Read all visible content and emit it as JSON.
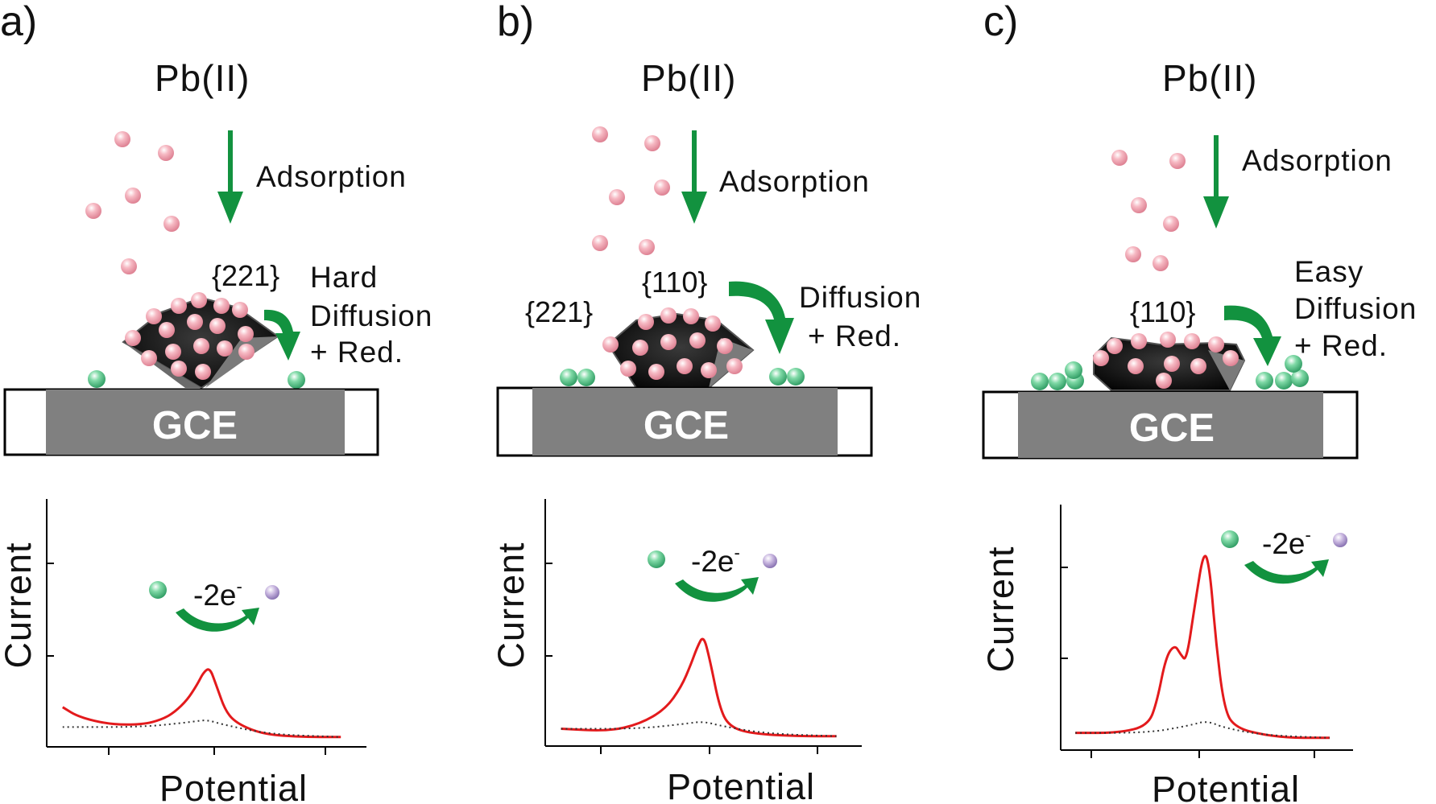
{
  "colors": {
    "ion": "#f2a6b2",
    "deposit": "#5fc88f",
    "product": "#b7a3d3",
    "arrow": "#12923f",
    "curve": "#e31a1c",
    "baseline": "#333333",
    "electrode": "#808080"
  },
  "panels": [
    {
      "letter": "a)",
      "species": "Pb(II)",
      "adsorption": "Adsorption",
      "facet_labels": [
        "{221}"
      ],
      "process": [
        "Hard",
        "Diffusion",
        "+ Red."
      ],
      "electrode": "GCE",
      "electron_transfer": "-2e",
      "electron_sup": "-",
      "xlabel": "Potential",
      "ylabel": "Current"
    },
    {
      "letter": "b)",
      "species": "Pb(II)",
      "adsorption": "Adsorption",
      "facet_labels": [
        "{221}",
        "{110}"
      ],
      "process": [
        "Diffusion",
        "+ Red."
      ],
      "electrode": "GCE",
      "electron_transfer": "-2e",
      "electron_sup": "-",
      "xlabel": "Potential",
      "ylabel": "Current"
    },
    {
      "letter": "c)",
      "species": "Pb(II)",
      "adsorption": "Adsorption",
      "facet_labels": [
        "{110}"
      ],
      "process": [
        "Easy",
        "Diffusion",
        "+ Red."
      ],
      "electrode": "GCE",
      "electron_transfer": "-2e",
      "electron_sup": "-",
      "xlabel": "Potential",
      "ylabel": "Current"
    }
  ],
  "chart_data": [
    {
      "type": "line",
      "series": [
        {
          "style": "solid-red",
          "x": [
            0.05,
            0.1,
            0.2,
            0.3,
            0.36,
            0.4,
            0.44,
            0.47,
            0.49,
            0.51,
            0.53,
            0.56,
            0.6,
            0.68,
            0.8,
            0.92
          ],
          "y": [
            0.16,
            0.12,
            0.09,
            0.09,
            0.11,
            0.14,
            0.19,
            0.25,
            0.3,
            0.32,
            0.25,
            0.14,
            0.09,
            0.05,
            0.04,
            0.04
          ]
        },
        {
          "style": "dotted-black",
          "x": [
            0.05,
            0.3,
            0.45,
            0.5,
            0.55,
            0.7,
            0.92
          ],
          "y": [
            0.08,
            0.08,
            0.1,
            0.11,
            0.09,
            0.05,
            0.04
          ]
        }
      ]
    },
    {
      "type": "line",
      "series": [
        {
          "style": "solid-red",
          "x": [
            0.05,
            0.2,
            0.3,
            0.38,
            0.43,
            0.46,
            0.48,
            0.5,
            0.52,
            0.55,
            0.58,
            0.65,
            0.8,
            0.92
          ],
          "y": [
            0.07,
            0.06,
            0.09,
            0.15,
            0.24,
            0.33,
            0.4,
            0.45,
            0.35,
            0.16,
            0.08,
            0.05,
            0.04,
            0.04
          ]
        },
        {
          "style": "dotted-black",
          "x": [
            0.05,
            0.3,
            0.44,
            0.5,
            0.56,
            0.7,
            0.92
          ],
          "y": [
            0.07,
            0.07,
            0.09,
            0.1,
            0.08,
            0.05,
            0.04
          ]
        }
      ]
    },
    {
      "type": "line",
      "series": [
        {
          "style": "solid-red",
          "x": [
            0.05,
            0.2,
            0.3,
            0.33,
            0.36,
            0.39,
            0.41,
            0.43,
            0.46,
            0.49,
            0.51,
            0.53,
            0.56,
            0.6,
            0.7,
            0.8,
            0.92
          ],
          "y": [
            0.07,
            0.07,
            0.1,
            0.2,
            0.38,
            0.43,
            0.39,
            0.36,
            0.6,
            0.82,
            0.74,
            0.45,
            0.16,
            0.09,
            0.06,
            0.05,
            0.05
          ]
        },
        {
          "style": "dotted-black",
          "x": [
            0.05,
            0.3,
            0.44,
            0.5,
            0.56,
            0.7,
            0.92
          ],
          "y": [
            0.07,
            0.07,
            0.1,
            0.12,
            0.09,
            0.06,
            0.05
          ]
        }
      ]
    }
  ]
}
